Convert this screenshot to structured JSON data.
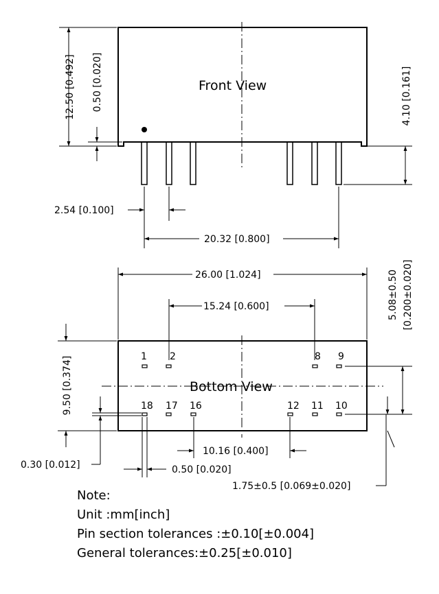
{
  "front_view": {
    "title": "Front View",
    "dims": {
      "height_total": "12.50 [0.492]",
      "standoff": "0.50 [0.020]",
      "pin_length": "4.10 [0.161]",
      "pin_pitch": "2.54 [0.100]",
      "pin_span": "20.32 [0.800]"
    }
  },
  "bottom_view": {
    "title": "Bottom View",
    "dims": {
      "length": "26.00 [1.024]",
      "inner_span": "15.24 [0.600]",
      "width": "9.50 [0.374]",
      "row_spacing": "5.08±0.50",
      "row_spacing_inch": "[0.200±0.020]",
      "pin_thickness": "0.30 [0.012]",
      "pin_width": "0.50 [0.020]",
      "pin_gap": "10.16 [0.400]",
      "edge_offset": "1.75±0.5 [0.069±0.020]"
    },
    "pins_top": [
      "1",
      "2",
      "8",
      "9"
    ],
    "pins_bottom": [
      "18",
      "17",
      "16",
      "12",
      "11",
      "10"
    ]
  },
  "notes": [
    "Note:",
    "Unit :mm[inch]",
    "Pin section tolerances :±0.10[±0.004]",
    "General tolerances:±0.25[±0.010]"
  ]
}
